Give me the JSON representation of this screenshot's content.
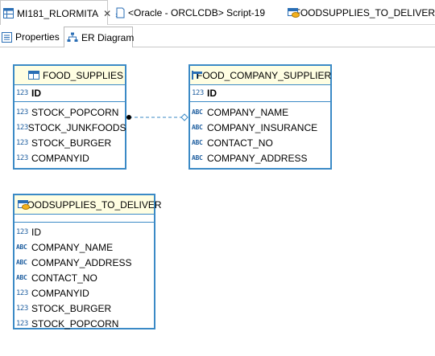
{
  "tabs": [
    {
      "label": "MI181_RLORMITA",
      "icon": "table-icon",
      "active": true,
      "close": "✕"
    },
    {
      "label": "<Oracle - ORCLCDB> Script-19",
      "icon": "sql-script-icon",
      "active": false
    },
    {
      "label": "FOODSUPPLIES_TO_DELIVER",
      "icon": "view-icon",
      "active": false
    }
  ],
  "subtabs": [
    {
      "label": "Properties",
      "icon": "properties-icon",
      "active": false
    },
    {
      "label": "ER Diagram",
      "icon": "er-diagram-icon",
      "active": true
    }
  ],
  "entities": {
    "food_supplies": {
      "name": "FOOD_SUPPLIES",
      "key": {
        "type": "123",
        "name": "ID"
      },
      "columns": [
        {
          "type": "123",
          "name": "STOCK_POPCORN"
        },
        {
          "type": "123",
          "name": "STOCK_JUNKFOODS"
        },
        {
          "type": "123",
          "name": "STOCK_BURGER"
        },
        {
          "type": "123",
          "name": "COMPANYID"
        }
      ]
    },
    "food_company_supplier": {
      "name": "FOOD_COMPANY_SUPPLIER",
      "key": {
        "type": "123",
        "name": "ID"
      },
      "columns": [
        {
          "type": "ABC",
          "name": "COMPANY_NAME"
        },
        {
          "type": "ABC",
          "name": "COMPANY_INSURANCE"
        },
        {
          "type": "ABC",
          "name": "CONTACT_NO"
        },
        {
          "type": "ABC",
          "name": "COMPANY_ADDRESS"
        }
      ]
    },
    "foodsupplies_to_deliver": {
      "name": "FOODSUPPLIES_TO_DELIVER",
      "columns": [
        {
          "type": "123",
          "name": "ID"
        },
        {
          "type": "ABC",
          "name": "COMPANY_NAME"
        },
        {
          "type": "ABC",
          "name": "COMPANY_ADDRESS"
        },
        {
          "type": "ABC",
          "name": "CONTACT_NO"
        },
        {
          "type": "123",
          "name": "COMPANYID"
        },
        {
          "type": "123",
          "name": "STOCK_BURGER"
        },
        {
          "type": "123",
          "name": "STOCK_POPCORN"
        }
      ]
    }
  },
  "colors": {
    "entity_border": "#3b8ac6",
    "entity_header": "#fffee2",
    "relation_line": "#3b8ac6"
  }
}
